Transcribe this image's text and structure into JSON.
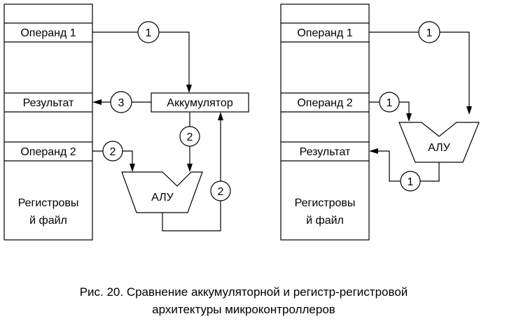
{
  "left": {
    "registers": {
      "operand1": "Операнд 1",
      "result": "Результат",
      "operand2": "Операнд 2"
    },
    "file_label": [
      "Регистровы",
      "й файл"
    ],
    "accumulator": "Аккумулятор",
    "alu": "АЛУ",
    "steps": {
      "op1_to_acc": "1",
      "acc_to_result": "3",
      "acc_to_alu": "2",
      "op2_to_alu": "2",
      "alu_to_acc": "2"
    }
  },
  "right": {
    "registers": {
      "operand1": "Операнд 1",
      "operand2": "Операнд 2",
      "result": "Результат"
    },
    "file_label": [
      "Регистровы",
      "й файл"
    ],
    "alu": "АЛУ",
    "steps": {
      "op1_to_alu": "1",
      "op2_to_alu": "1",
      "alu_to_result": "1"
    }
  },
  "caption": [
    "Рис. 20. Сравнение аккумуляторной и регистр-регистровой",
    "архитектуры микроконтроллеров"
  ]
}
